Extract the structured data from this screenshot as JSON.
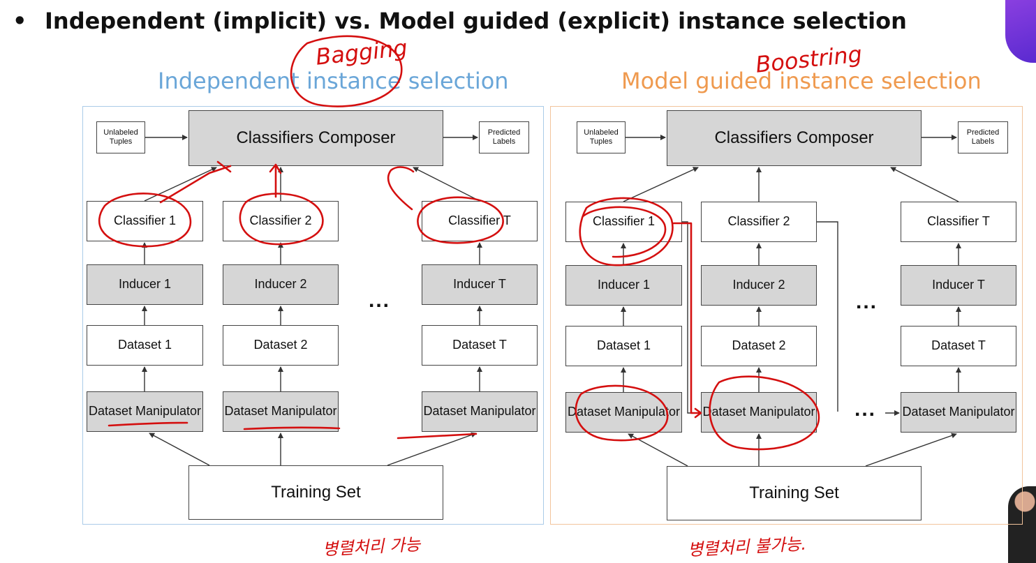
{
  "slide": {
    "bullet": "•",
    "headline": "Independent (implicit) vs. Model guided (explicit) instance selection"
  },
  "colors": {
    "left_title": "#6aa6d8",
    "right_title": "#ef9a4f",
    "left_frame": "#aacbe8",
    "right_frame": "#f2c49c",
    "ink": "#d40f0f"
  },
  "panels": {
    "left": {
      "title": "Independent instance selection",
      "annotation": "Bagging",
      "bottom_note": "병렬처리 가능",
      "unlabeled": "Unlabeled Tuples",
      "composer": "Classifiers Composer",
      "predicted": "Predicted Labels",
      "training": "Training Set",
      "ellipsis": "...",
      "columns": [
        {
          "classifier": "Classifier 1",
          "inducer": "Inducer 1",
          "dataset": "Dataset 1",
          "manipulator": "Dataset Manipulator"
        },
        {
          "classifier": "Classifier 2",
          "inducer": "Inducer 2",
          "dataset": "Dataset 2",
          "manipulator": "Dataset Manipulator"
        },
        {
          "classifier": "Classifier T",
          "inducer": "Inducer T",
          "dataset": "Dataset T",
          "manipulator": "Dataset Manipulator"
        }
      ]
    },
    "right": {
      "title": "Model guided instance selection",
      "annotation": "Boostring",
      "bottom_note": "병렬처리 불가능.",
      "unlabeled": "Unlabeled Tuples",
      "composer": "Classifiers Composer",
      "predicted": "Predicted Labels",
      "training": "Training Set",
      "ellipsis": "...",
      "ellipsis_manip": "...",
      "columns": [
        {
          "classifier": "Classifier 1",
          "inducer": "Inducer 1",
          "dataset": "Dataset 1",
          "manipulator": "Dataset Manipulator"
        },
        {
          "classifier": "Classifier 2",
          "inducer": "Inducer 2",
          "dataset": "Dataset 2",
          "manipulator": "Dataset Manipulator"
        },
        {
          "classifier": "Classifier T",
          "inducer": "Inducer T",
          "dataset": "Dataset T",
          "manipulator": "Dataset Manipulator"
        }
      ]
    }
  }
}
